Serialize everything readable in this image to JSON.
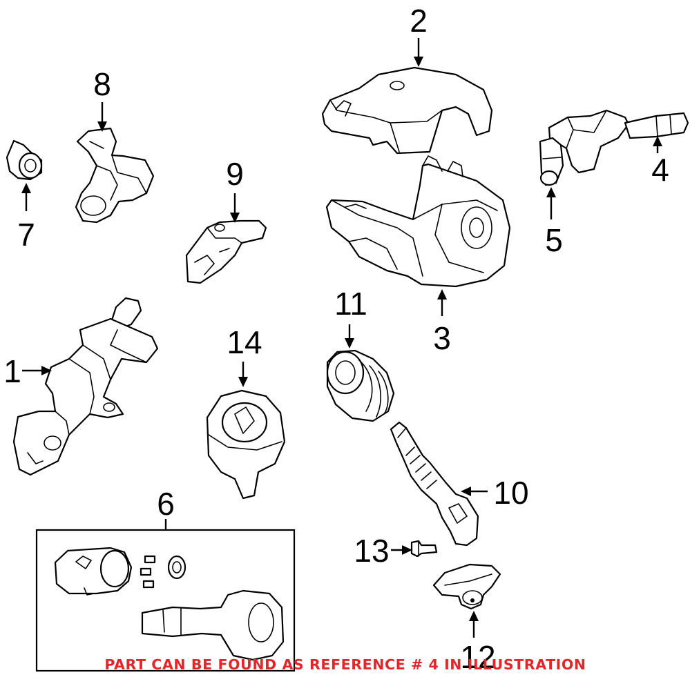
{
  "diagram": {
    "callouts": [
      {
        "id": "1",
        "label": "1"
      },
      {
        "id": "2",
        "label": "2"
      },
      {
        "id": "3",
        "label": "3"
      },
      {
        "id": "4",
        "label": "4"
      },
      {
        "id": "5",
        "label": "5"
      },
      {
        "id": "6",
        "label": "6"
      },
      {
        "id": "7",
        "label": "7"
      },
      {
        "id": "8",
        "label": "8"
      },
      {
        "id": "9",
        "label": "9"
      },
      {
        "id": "10",
        "label": "10"
      },
      {
        "id": "11",
        "label": "11"
      },
      {
        "id": "12",
        "label": "12"
      },
      {
        "id": "13",
        "label": "13"
      },
      {
        "id": "14",
        "label": "14"
      }
    ],
    "notice": "PART CAN BE FOUND AS REFERENCE # 4 IN ILLUSTRATION",
    "notice_color": "#e3262a"
  }
}
